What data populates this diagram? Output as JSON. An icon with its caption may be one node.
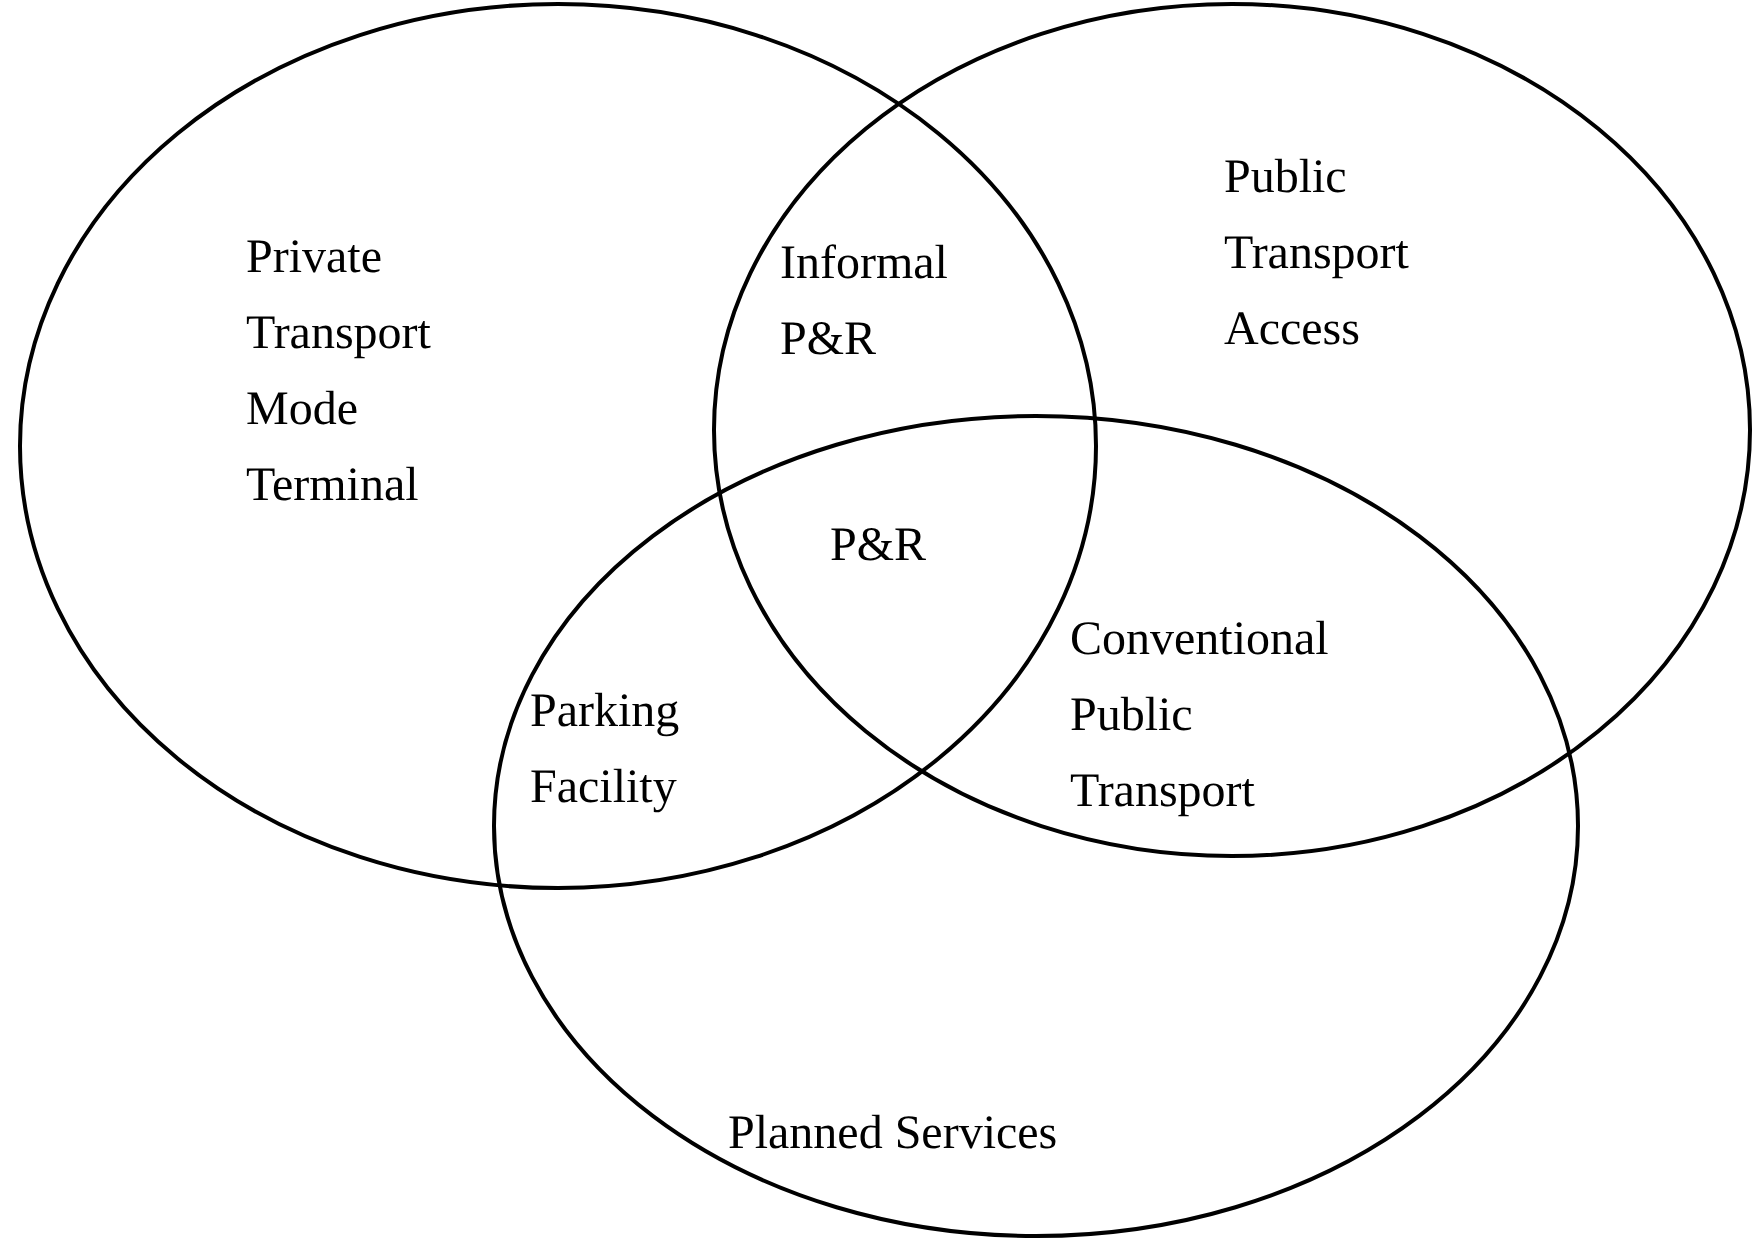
{
  "diagram": {
    "nodes": [
      {
        "text": [
          "Private Transport Mode Terminal"
        ]
      },
      {
        "text": [
          "Public Transport Access"
        ]
      },
      {
        "text": [
          "Planned Services"
        ]
      }
    ],
    "labels": [
      "Informal P&R",
      "P&R",
      "Parking Facility",
      "Conventional Public Transport"
    ]
  }
}
